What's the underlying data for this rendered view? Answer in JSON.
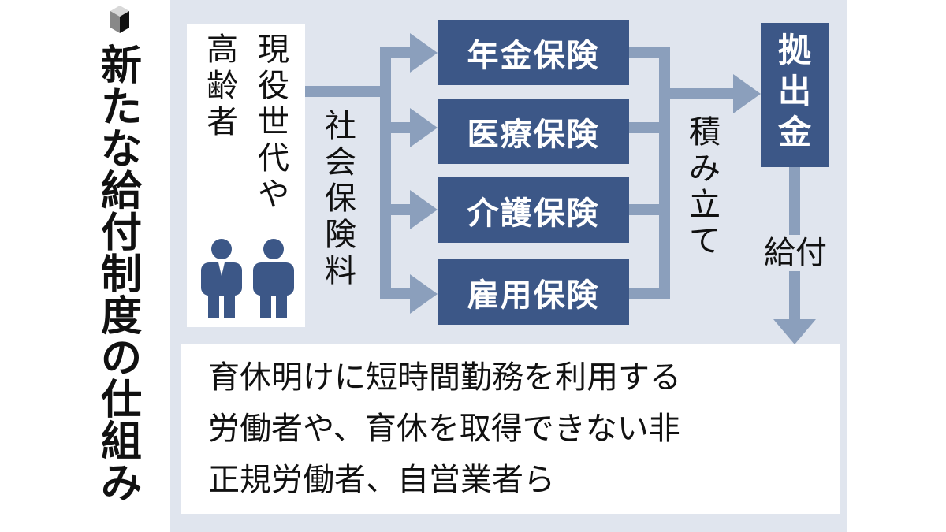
{
  "title_chars": [
    "新",
    "た",
    "な",
    "給",
    "付",
    "制",
    "度",
    "の",
    "仕",
    "組",
    "み"
  ],
  "people": {
    "col1": [
      "現",
      "役",
      "世",
      "代",
      "や"
    ],
    "col2": [
      "高",
      "齢",
      "者"
    ]
  },
  "premium_label": [
    "社",
    "会",
    "保",
    "険",
    "料"
  ],
  "insurances": [
    "年金保険",
    "医療保険",
    "介護保険",
    "雇用保険"
  ],
  "accumulate_label": [
    "積",
    "み",
    "立",
    "て"
  ],
  "contribution": [
    "拠",
    "出",
    "金"
  ],
  "benefit_label": "給付",
  "recipients": [
    "育休明けに短時間勤務を利用する",
    "労働者や、育休を取得できない非",
    "正規労働者、自営業者ら"
  ],
  "colors": {
    "box": "#3c5787",
    "arrow": "#8b9fbc",
    "panel": "#e0e5ee"
  }
}
